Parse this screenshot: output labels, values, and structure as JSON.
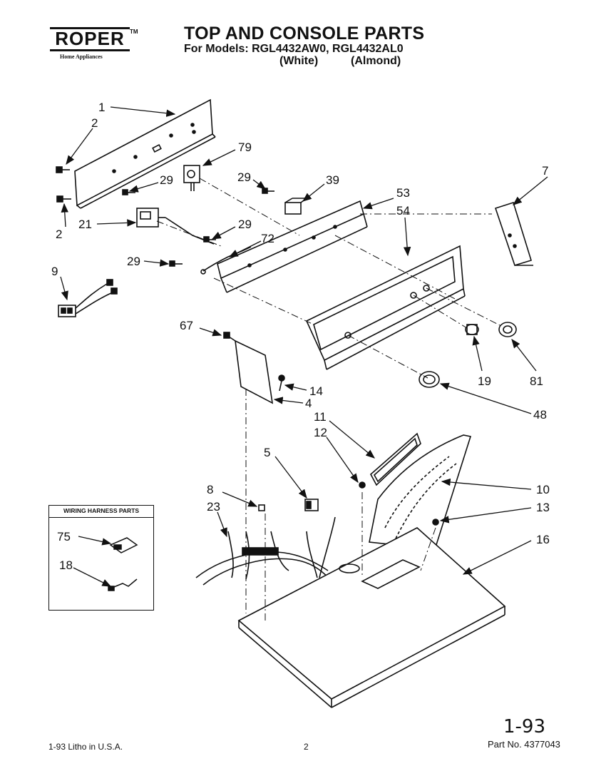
{
  "header": {
    "brand": "ROPER",
    "brand_tm": "TM",
    "brand_sub": "Home Appliances",
    "title": "TOP AND CONSOLE PARTS",
    "models_line": "For Models: RGL4432AW0, RGL4432AL0",
    "color_white": "(White)",
    "color_almond": "(Almond)"
  },
  "inset": {
    "title": "WIRING HARNESS PARTS"
  },
  "callouts": [
    {
      "id": "c1",
      "label": "1"
    },
    {
      "id": "c2a",
      "label": "2"
    },
    {
      "id": "c2b",
      "label": "2"
    },
    {
      "id": "c79",
      "label": "79"
    },
    {
      "id": "c29a",
      "label": "29"
    },
    {
      "id": "c29b",
      "label": "29"
    },
    {
      "id": "c39",
      "label": "39"
    },
    {
      "id": "c7",
      "label": "7"
    },
    {
      "id": "c53",
      "label": "53"
    },
    {
      "id": "c54",
      "label": "54"
    },
    {
      "id": "c21",
      "label": "21"
    },
    {
      "id": "c29c",
      "label": "29"
    },
    {
      "id": "c72",
      "label": "72"
    },
    {
      "id": "c29d",
      "label": "29"
    },
    {
      "id": "c9",
      "label": "9"
    },
    {
      "id": "c67",
      "label": "67"
    },
    {
      "id": "c19",
      "label": "19"
    },
    {
      "id": "c81",
      "label": "81"
    },
    {
      "id": "c14",
      "label": "14"
    },
    {
      "id": "c4",
      "label": "4"
    },
    {
      "id": "c48",
      "label": "48"
    },
    {
      "id": "c11",
      "label": "11"
    },
    {
      "id": "c12",
      "label": "12"
    },
    {
      "id": "c5",
      "label": "5"
    },
    {
      "id": "c8",
      "label": "8"
    },
    {
      "id": "c23",
      "label": "23"
    },
    {
      "id": "c10",
      "label": "10"
    },
    {
      "id": "c13",
      "label": "13"
    },
    {
      "id": "c16",
      "label": "16"
    },
    {
      "id": "c75",
      "label": "75"
    },
    {
      "id": "c18",
      "label": "18"
    }
  ],
  "footer": {
    "litho": "1-93  Litho in U.S.A.",
    "page": "2",
    "handwritten": "1-93",
    "part_no": "Part No. 4377043"
  }
}
